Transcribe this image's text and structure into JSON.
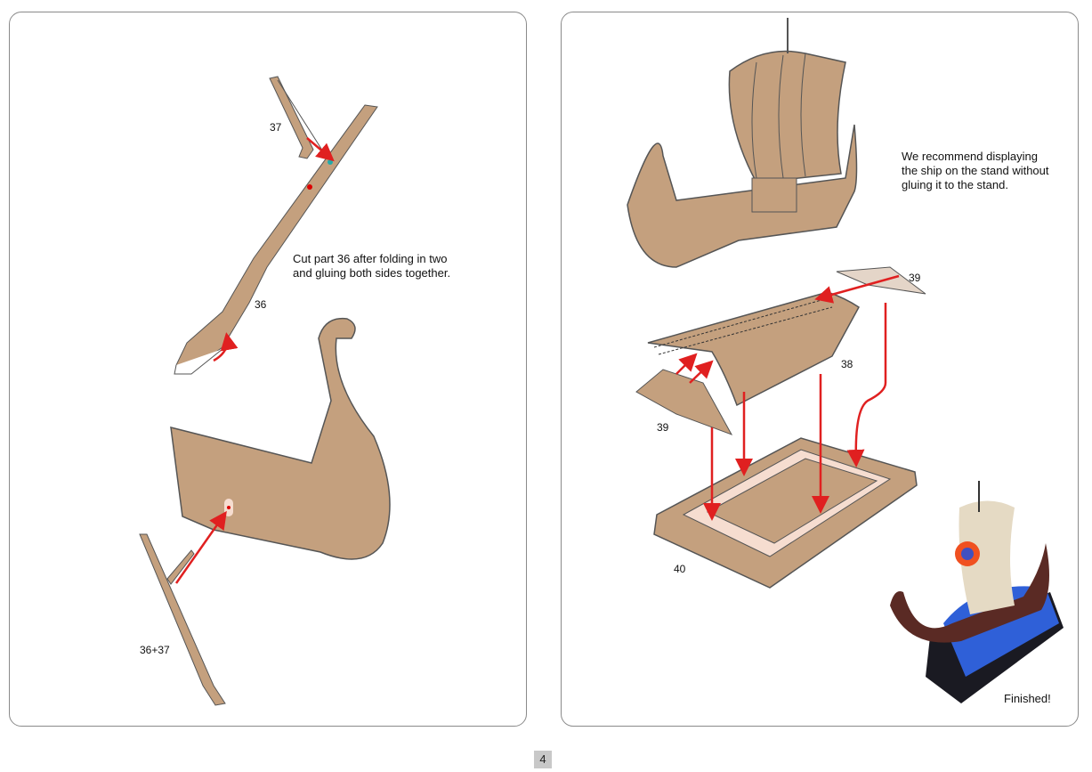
{
  "left_panel": {
    "part_labels": {
      "p37": "37",
      "p36": "36",
      "p36_37": "36+37"
    },
    "instruction": "Cut part 36 after folding in two\nand gluing both sides together."
  },
  "right_panel": {
    "note": "We recommend displaying\nthe ship on the stand without\ngluing it to the stand.",
    "part_labels": {
      "p39a": "39",
      "p38": "38",
      "p39b": "39",
      "p40": "40"
    },
    "finished": "Finished!"
  },
  "page_number": "4",
  "colors": {
    "cardboard": "#c4a07e",
    "outline": "#5a5a5a",
    "arrow": "#e02020"
  }
}
